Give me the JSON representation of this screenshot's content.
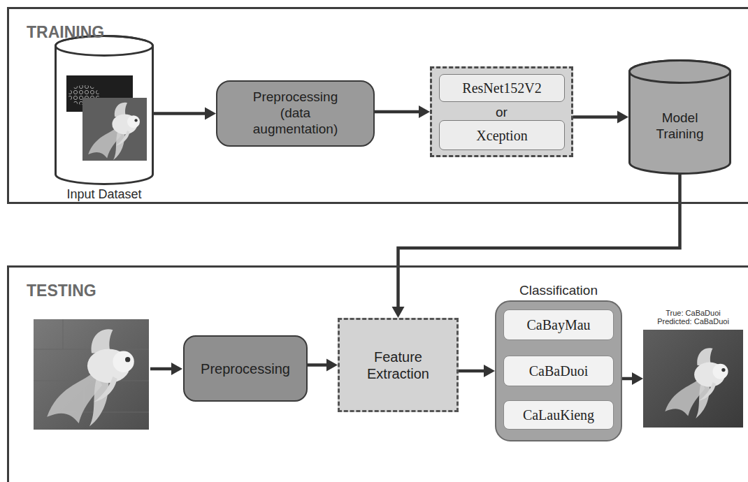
{
  "diagram": {
    "nodes": [
      {
        "text": [
          "TRAINING"
        ]
      },
      {
        "text": [
          "Input Dataset"
        ],
        "in": 0
      },
      {
        "text": [
          "Preprocessing (data augmentation)"
        ],
        "in": 0
      },
      {
        "text": [
          "or"
        ],
        "in": 0
      },
      {
        "text": [
          "ResNet152V2"
        ],
        "in": 3
      },
      {
        "text": [
          "Xception"
        ],
        "in": 3
      },
      {
        "text": [
          "Model Training"
        ],
        "in": 0
      },
      {
        "text": [
          "TESTING"
        ]
      },
      {
        "text": [
          "Preprocessing"
        ],
        "in": 7
      },
      {
        "text": [
          "Feature Extraction"
        ],
        "in": 7
      },
      {
        "text": [
          "Classification"
        ],
        "in": 7
      },
      {
        "text": [
          "CaBayMau"
        ],
        "in": 10
      },
      {
        "text": [
          "CaBaDuoi"
        ],
        "in": 10
      },
      {
        "text": [
          "CaLauKieng"
        ],
        "in": 10
      },
      {
        "text": [
          "True: CaBaDuoi",
          "Predicted: CaBaDuoi"
        ],
        "in": 7
      }
    ],
    "edges": [
      {
        "from": 1,
        "to": 2,
        "arrow": "to"
      },
      {
        "from": 2,
        "to": 3,
        "arrow": "to"
      },
      {
        "from": 3,
        "to": 6,
        "arrow": "to"
      },
      {
        "from": 6,
        "to": 9,
        "arrow": "to"
      },
      {
        "from": 8,
        "to": 9,
        "arrow": "to"
      },
      {
        "from": 9,
        "to": 10,
        "arrow": "to"
      },
      {
        "from": 10,
        "to": 14,
        "arrow": "to"
      }
    ]
  }
}
